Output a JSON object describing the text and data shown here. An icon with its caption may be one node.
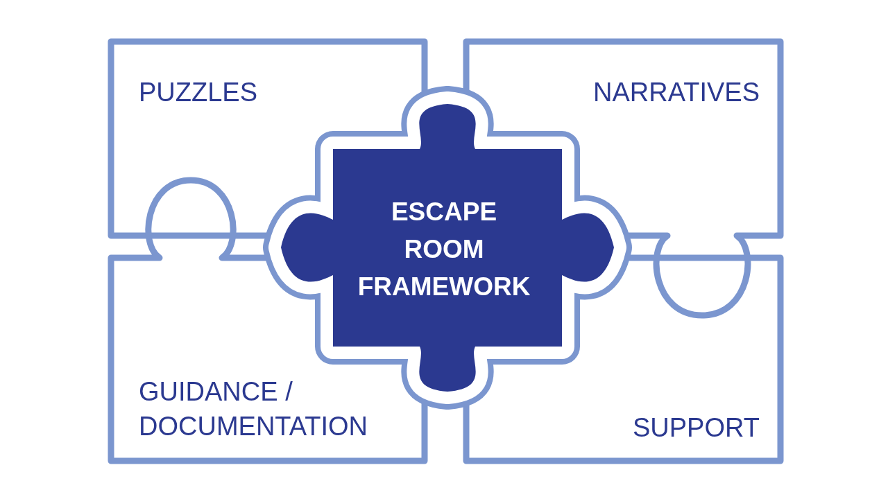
{
  "diagram": {
    "nodes": [
      {
        "text": [
          "PUZZLES"
        ]
      },
      {
        "text": [
          "NARRATIVES"
        ]
      },
      {
        "text": [
          "GUIDANCE / DOCUMENTATION"
        ]
      },
      {
        "text": [
          "SUPPORT"
        ]
      },
      {
        "text": [
          "ESCAPE ROOM FRAMEWORK"
        ]
      }
    ]
  }
}
